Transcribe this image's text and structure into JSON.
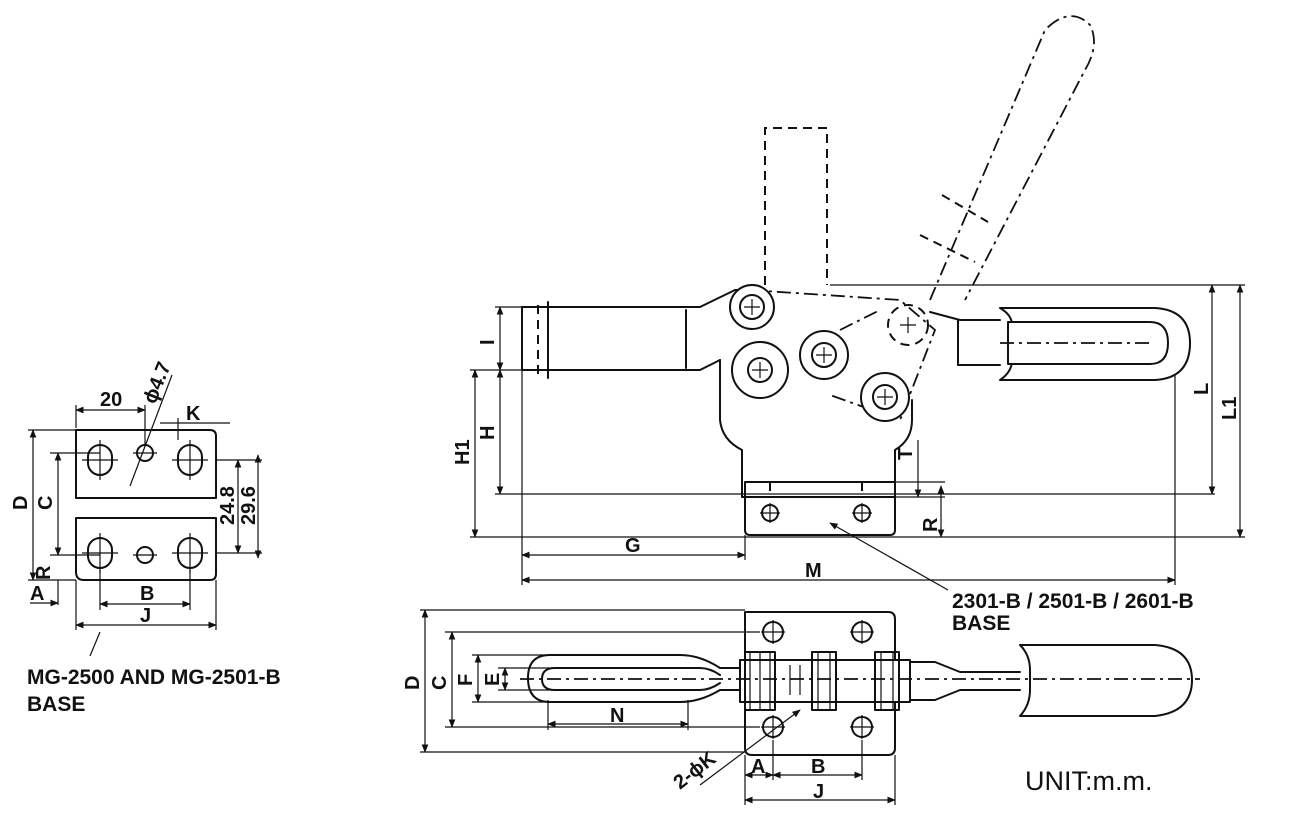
{
  "captions": {
    "small_base_line1": "MG-2500 AND MG-2501-B",
    "small_base_line2": "BASE",
    "base_b_line1": "2301-B / 2501-B / 2601-B",
    "base_b_line2": "BASE",
    "unit": "UNIT:m.m."
  },
  "small_base_dims": {
    "width_20": "20",
    "hole_dia": "ϕ4.7",
    "k": "K",
    "d": "D",
    "c": "C",
    "dim_24_8": "24.8",
    "dim_29_6": "29.6",
    "r": "R",
    "a": "A",
    "b": "B",
    "j": "J"
  },
  "side_view_dims": {
    "i": "I",
    "h": "H",
    "h1": "H1",
    "t": "T",
    "r": "R",
    "g": "G",
    "m": "M",
    "l": "L",
    "l1": "L1"
  },
  "top_view_dims": {
    "d": "D",
    "c": "C",
    "f": "F",
    "e": "E",
    "n": "N",
    "hole_k": "2-ϕK",
    "a": "A",
    "b": "B",
    "j": "J"
  },
  "colors": {
    "line": "#111111",
    "background": "#ffffff"
  }
}
